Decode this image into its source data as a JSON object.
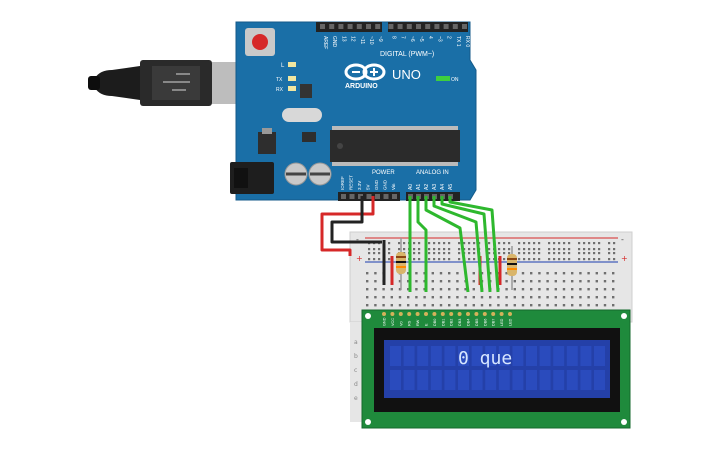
{
  "arduino": {
    "brand": "ARDUINO",
    "model": "UNO",
    "on_label": "ON",
    "digital_label": "DIGITAL (PWM~)",
    "power_label": "POWER",
    "analog_label": "ANALOG IN",
    "l_label": "L",
    "tx_label": "TX",
    "rx_label": "RX",
    "digital_pins": [
      "AREF",
      "GND",
      "13",
      "12",
      "~11",
      "~10",
      "~9",
      "8",
      "7",
      "~6",
      "~5",
      "4",
      "~3",
      "2",
      "TX 1",
      "RX 0"
    ],
    "power_pins": [
      "IOREF",
      "RESET",
      "3.3V",
      "5V",
      "GND",
      "GND",
      "Vin"
    ],
    "analog_pins": [
      "A0",
      "A1",
      "A2",
      "A3",
      "A4",
      "A5"
    ]
  },
  "lcd": {
    "display_text": "0 que",
    "pin_labels": [
      "GND",
      "VCC",
      "V0",
      "RS",
      "RW",
      "E",
      "DB0",
      "DB1",
      "DB2",
      "DB3",
      "DB4",
      "DB5",
      "DB6",
      "DB7",
      "LED",
      "LED"
    ]
  },
  "breadboard": {
    "row_letters": [
      "a",
      "b",
      "c",
      "d",
      "e"
    ],
    "plus_label": "+",
    "minus_label": "-"
  },
  "colors": {
    "arduino_blue": "#1a6fa7",
    "wire_green": "#2eb82e",
    "wire_red": "#d62828",
    "wire_black": "#222222",
    "lcd_screen": "#2440a8",
    "lcd_pcb": "#1f8a3c"
  }
}
